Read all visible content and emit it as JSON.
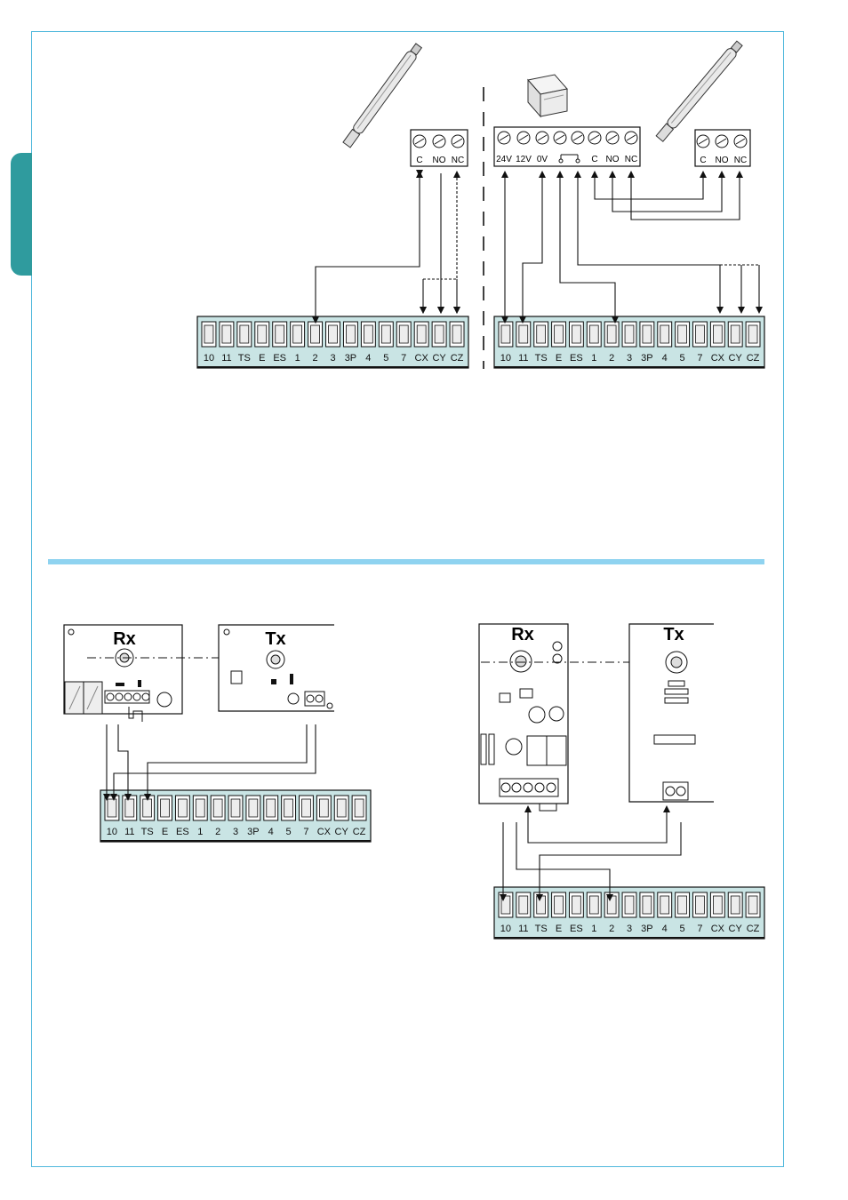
{
  "colors": {
    "frame": "#4fb7dc",
    "rule": "#8fd3f0",
    "tab": "#2f9b9e",
    "terminal_fill": "#c9e4e4",
    "line": "#111111"
  },
  "terminal_strip_labels": [
    "10",
    "11",
    "TS",
    "E",
    "ES",
    "1",
    "2",
    "3",
    "3P",
    "4",
    "5",
    "7",
    "CX",
    "CY",
    "CZ"
  ],
  "contact_labels_3": [
    "C",
    "NO",
    "NC"
  ],
  "relay_block_labels": [
    "24V",
    "12V",
    "0V",
    "",
    "C",
    "NO",
    "NC"
  ],
  "device_labels": {
    "rx": "Rx",
    "tx": "Tx"
  }
}
